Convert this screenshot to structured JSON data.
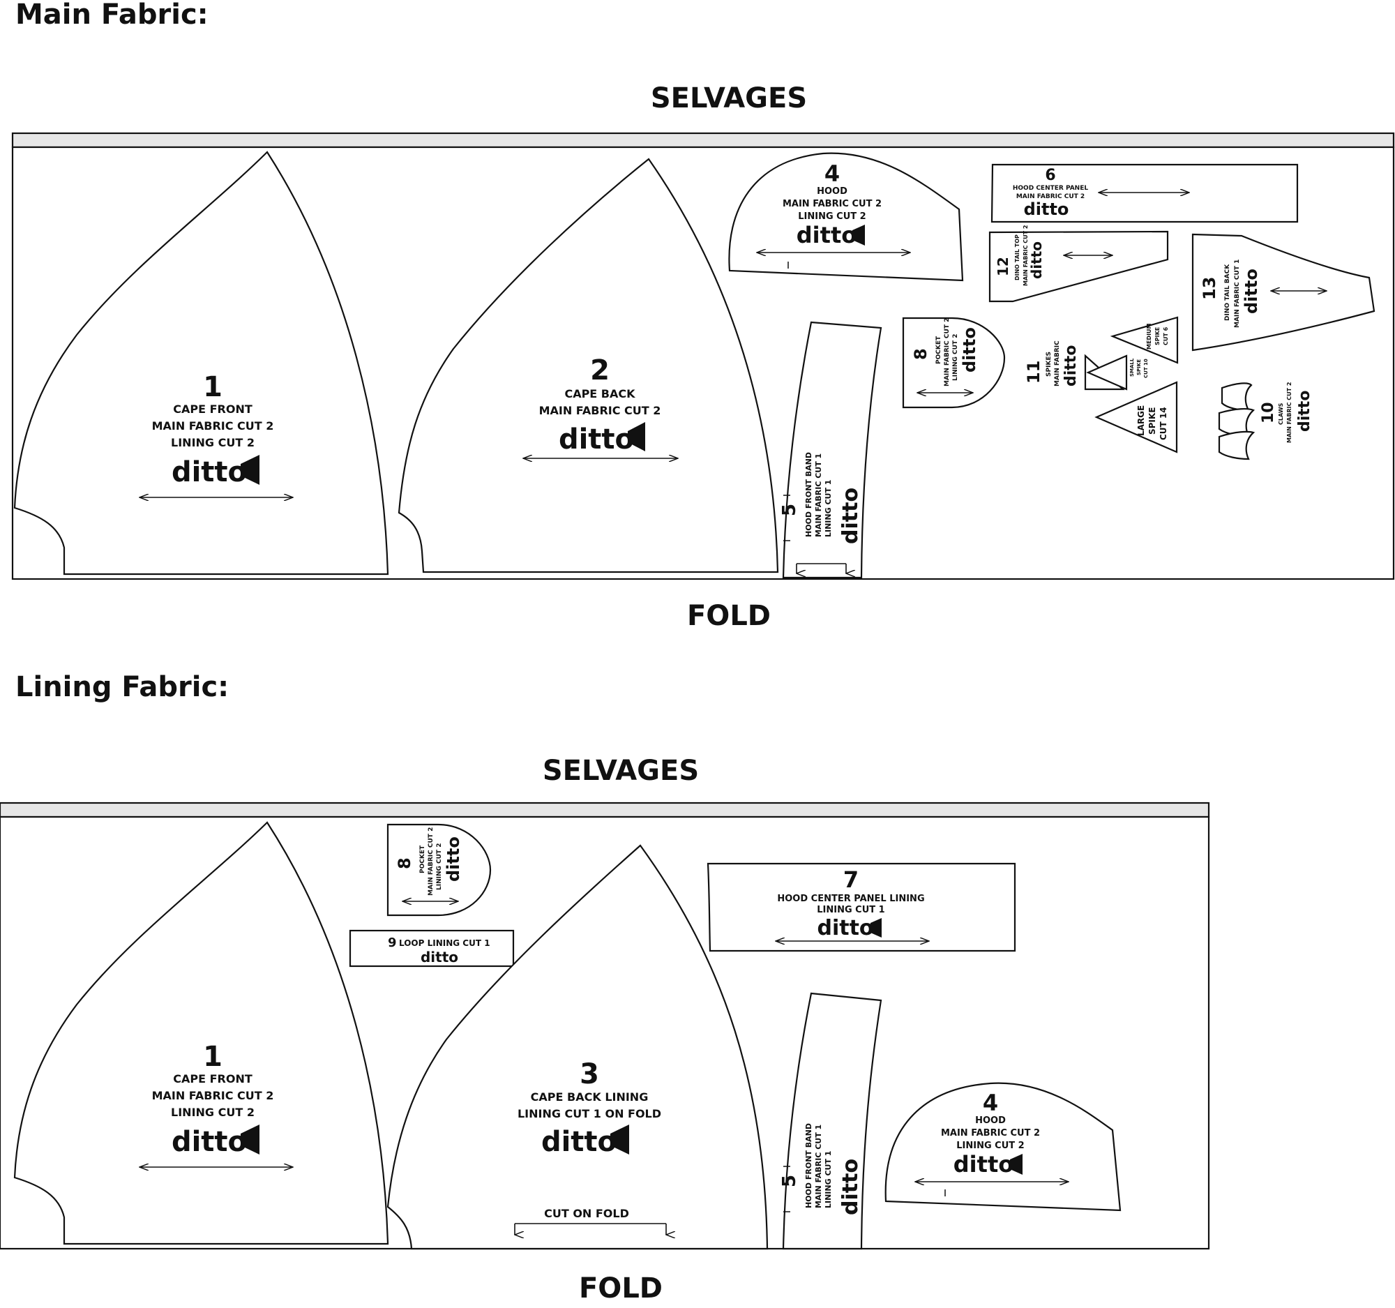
{
  "main_section": {
    "title": "Main Fabric:",
    "top_label": "SELVAGES",
    "bottom_label": "FOLD",
    "pieces": {
      "p1": {
        "num": "1",
        "lines": [
          "CAPE FRONT",
          "MAIN FABRIC CUT 2",
          "LINING CUT  2"
        ],
        "logo": "ditto"
      },
      "p2": {
        "num": "2",
        "lines": [
          "CAPE BACK",
          "MAIN FABRIC CUT 2"
        ],
        "logo": "ditto"
      },
      "p4": {
        "num": "4",
        "lines": [
          "HOOD",
          "MAIN FABRIC CUT 2",
          "LINING CUT  2"
        ],
        "logo": "ditto"
      },
      "p5": {
        "num": "5",
        "lines": [
          "HOOD FRONT BAND",
          "MAIN FABRIC CUT 1",
          "LINING CUT  1"
        ],
        "logo": "ditto"
      },
      "p6": {
        "num": "6",
        "lines": [
          "HOOD CENTER PANEL",
          "MAIN FABRIC CUT 2"
        ],
        "logo": "ditto"
      },
      "p8": {
        "num": "8",
        "lines": [
          "POCKET",
          "MAIN FABRIC CUT 2",
          "LINING CUT 2"
        ],
        "logo": "ditto"
      },
      "p10": {
        "num": "10",
        "lines": [
          "CLAWS",
          "MAIN FABRIC CUT 2"
        ],
        "logo": "ditto"
      },
      "p11": {
        "num": "11",
        "lines": [
          "SPIKES",
          "MAIN FABRIC"
        ],
        "logo": "ditto"
      },
      "p12": {
        "num": "12",
        "lines": [
          "DINO TAIL TOP",
          "MAIN FABRIC CUT 2"
        ],
        "logo": "ditto"
      },
      "p13": {
        "num": "13",
        "lines": [
          "DINO TAIL BACK",
          "MAIN FABRIC CUT 1"
        ],
        "logo": "ditto"
      },
      "spike_small": {
        "lines": [
          "SMALL",
          "SPIKE",
          "CUT 10"
        ]
      },
      "spike_medium": {
        "lines": [
          "MEDIUM",
          "SPIKE",
          "CUT 6"
        ]
      },
      "spike_large": {
        "lines": [
          "LARGE",
          "SPIKE",
          "CUT 14"
        ]
      }
    }
  },
  "lining_section": {
    "title": "Lining Fabric:",
    "top_label": "SELVAGES",
    "bottom_label": "FOLD",
    "pieces": {
      "p1": {
        "num": "1",
        "lines": [
          "CAPE FRONT",
          "MAIN FABRIC CUT 2",
          "LINING CUT  2"
        ],
        "logo": "ditto"
      },
      "p3": {
        "num": "3",
        "lines": [
          "CAPE BACK LINING",
          "LINING CUT 1 ON FOLD"
        ],
        "logo": "ditto",
        "fold_note": "CUT ON FOLD"
      },
      "p4": {
        "num": "4",
        "lines": [
          "HOOD",
          "MAIN FABRIC CUT 2",
          "LINING CUT  2"
        ],
        "logo": "ditto"
      },
      "p5": {
        "num": "5",
        "lines": [
          "HOOD FRONT BAND",
          "MAIN FABRIC CUT 1",
          "LINING CUT  1"
        ],
        "logo": "ditto"
      },
      "p7": {
        "num": "7",
        "lines": [
          "HOOD CENTER PANEL LINING",
          "LINING CUT  1"
        ],
        "logo": "ditto"
      },
      "p8": {
        "num": "8",
        "lines": [
          "POCKET",
          "MAIN FABRIC CUT 2",
          "LINING CUT 2"
        ],
        "logo": "ditto"
      },
      "p9": {
        "num": "9",
        "label": "LOOP LINING CUT 1",
        "logo": "ditto"
      }
    }
  }
}
